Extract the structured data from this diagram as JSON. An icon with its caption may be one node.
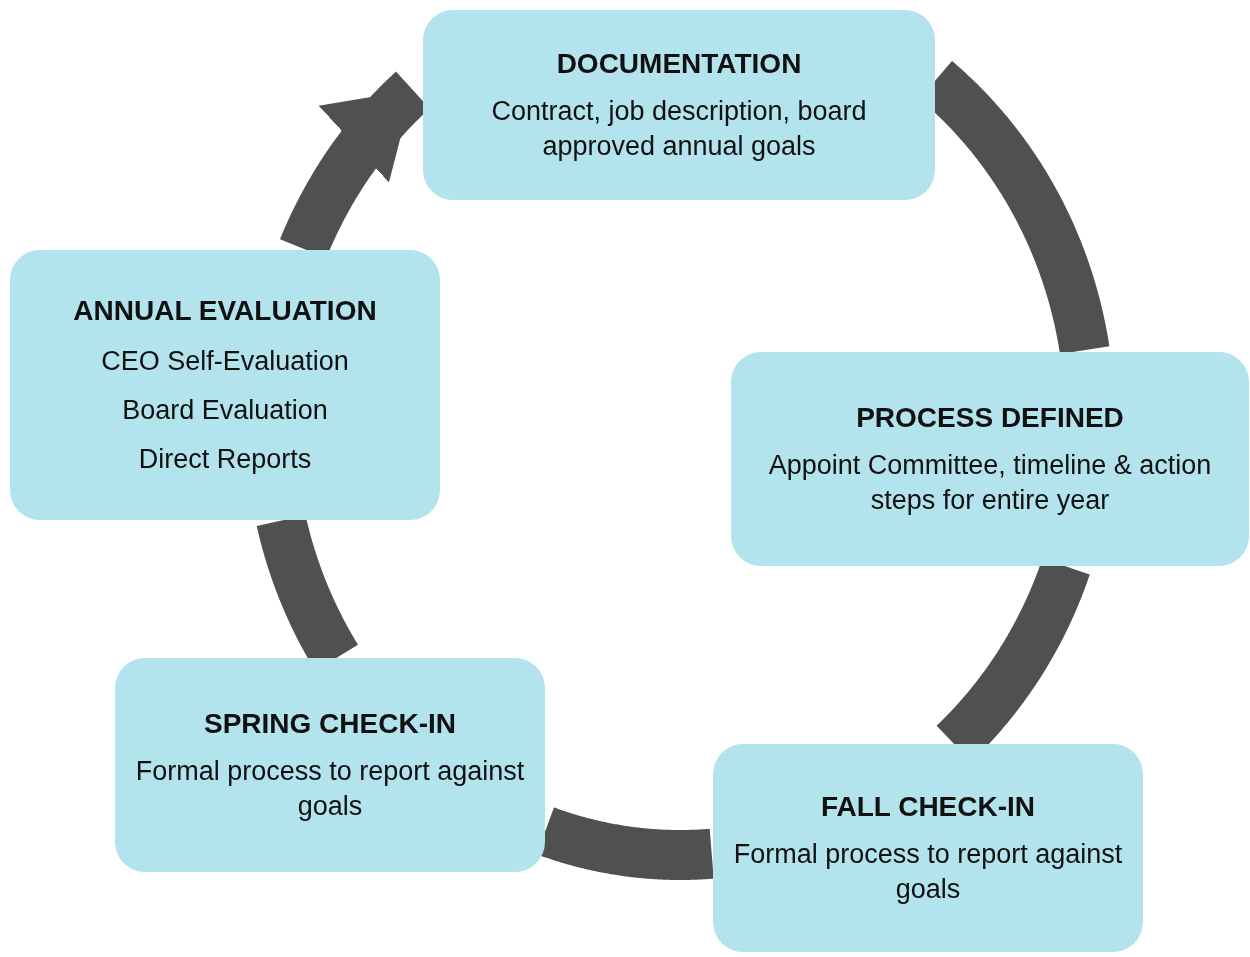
{
  "diagram": {
    "nodes": [
      {
        "text": [
          "DOCUMENTATION",
          "Contract, job description, board approved annual goals"
        ]
      },
      {
        "text": [
          "PROCESS DEFINED",
          "Appoint Committee, timeline & action steps for entire year"
        ]
      },
      {
        "text": [
          "FALL CHECK-IN",
          "Formal process to report against goals"
        ]
      },
      {
        "text": [
          "SPRING CHECK-IN",
          "Formal process to report against goals"
        ]
      },
      {
        "text": [
          "ANNUAL EVALUATION",
          "CEO Self-Evaluation",
          "Board Evaluation",
          "Direct Reports"
        ]
      }
    ],
    "edges": [
      {
        "from": 0,
        "to": 1,
        "arrow": "none"
      },
      {
        "from": 1,
        "to": 2,
        "arrow": "none"
      },
      {
        "from": 2,
        "to": 3,
        "arrow": "none"
      },
      {
        "from": 3,
        "to": 4,
        "arrow": "none"
      },
      {
        "from": 4,
        "to": 0,
        "arrow": "to"
      }
    ]
  }
}
